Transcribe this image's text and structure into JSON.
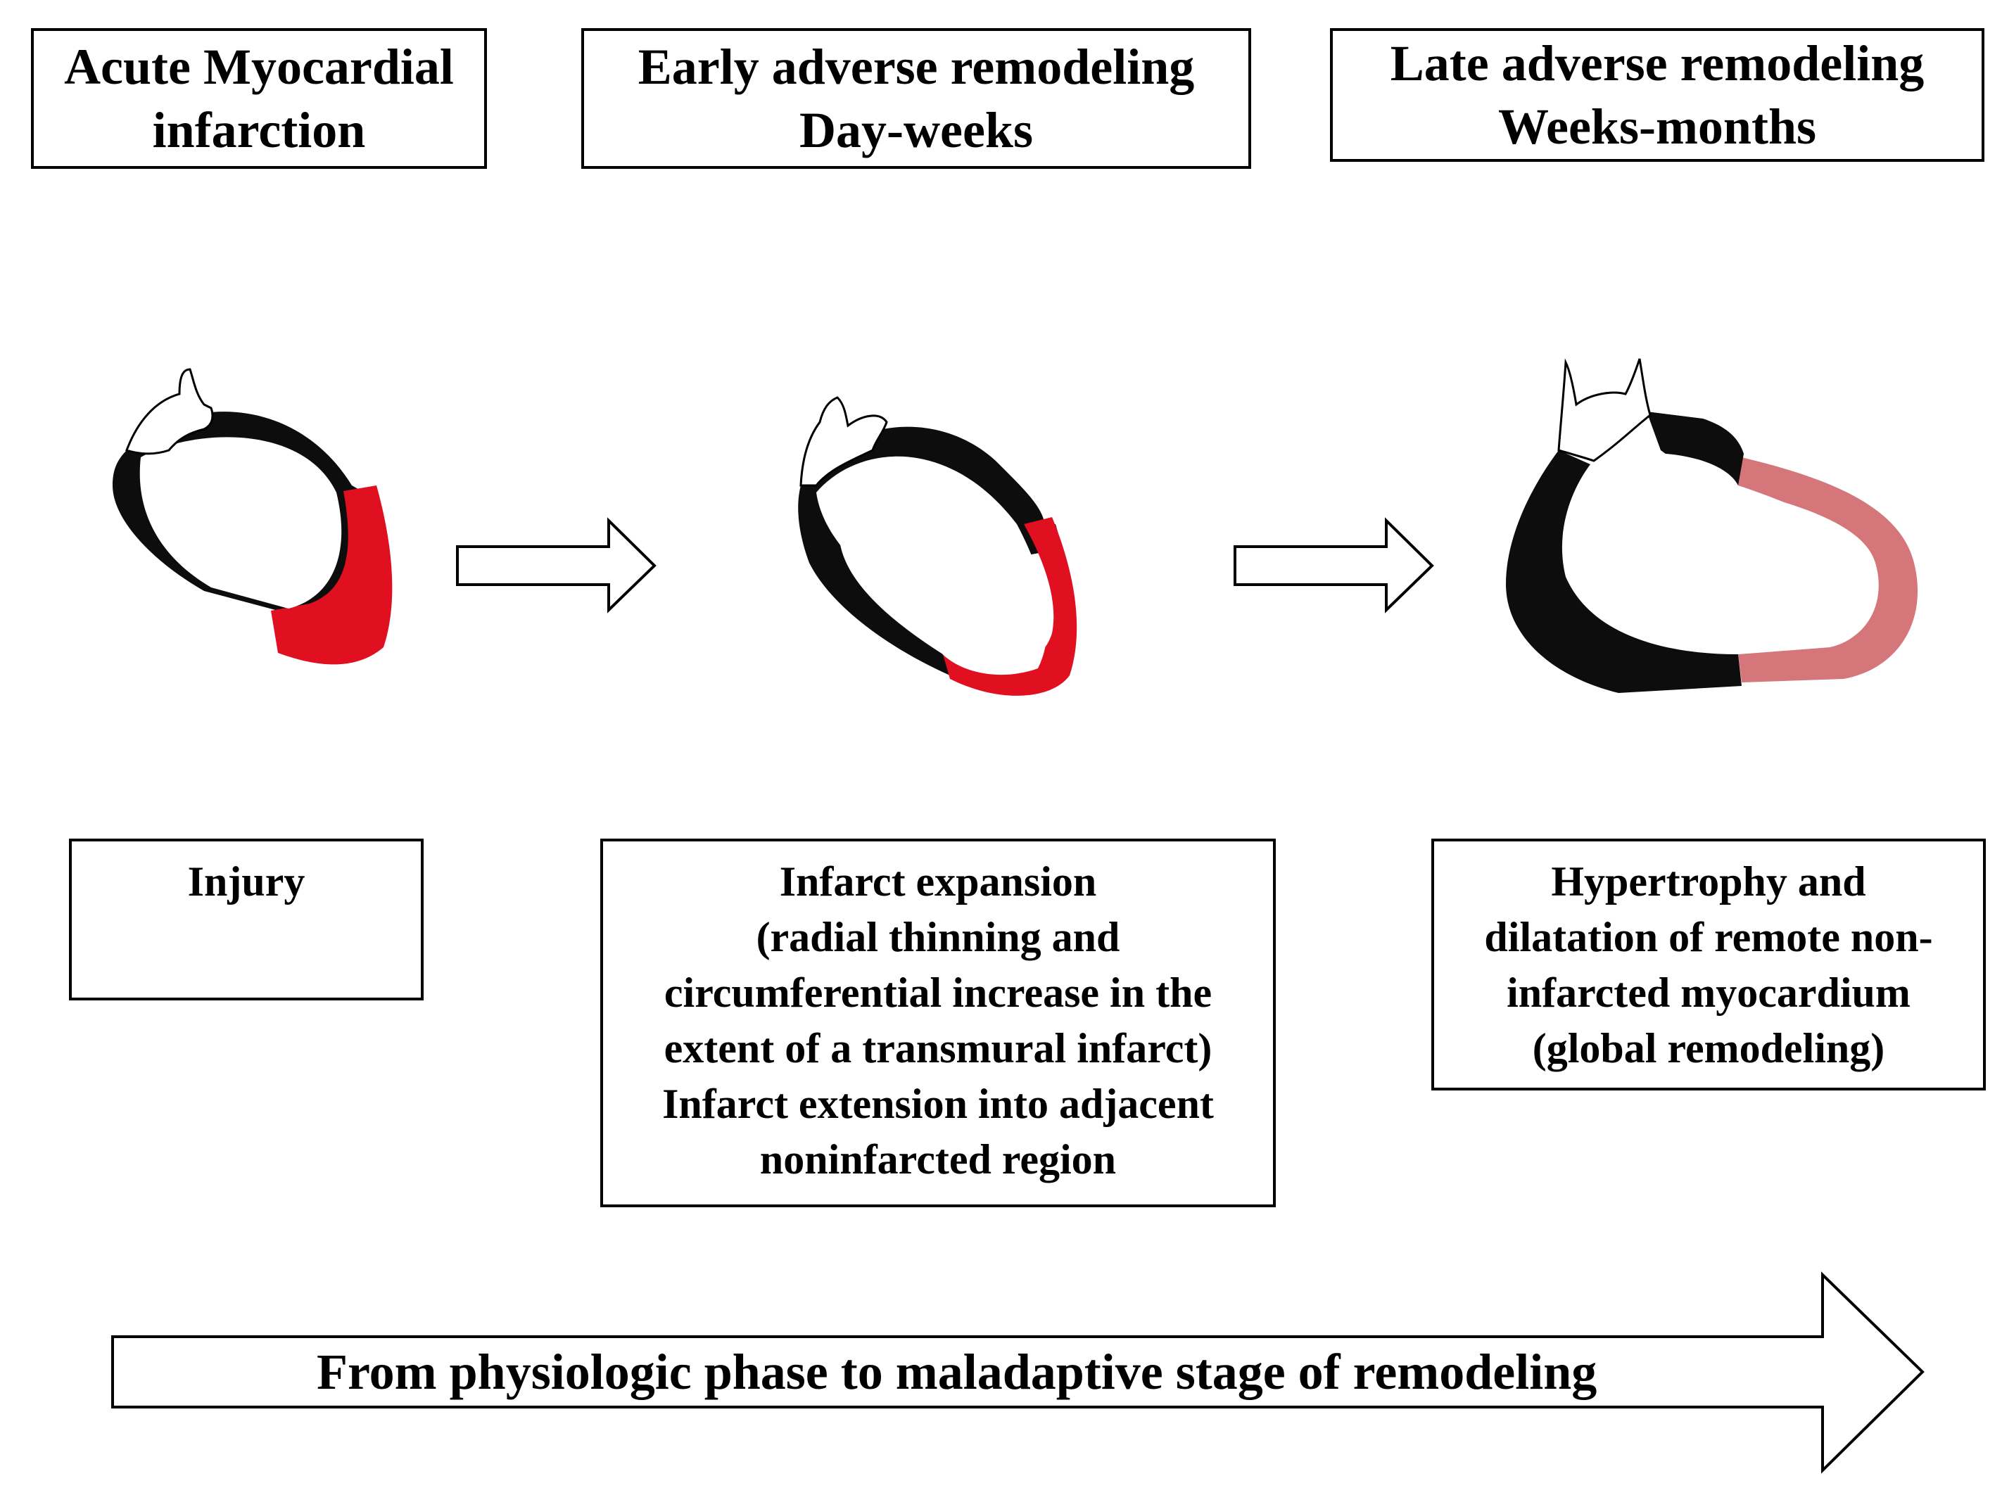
{
  "stages": [
    {
      "lines": [
        "Acute Myocardial",
        "infarction"
      ]
    },
    {
      "lines": [
        "Early adverse remodeling",
        "Day-weeks"
      ]
    },
    {
      "lines": [
        "Late adverse remodeling",
        "Weeks-months"
      ]
    }
  ],
  "descriptions": [
    {
      "lines": [
        "Injury"
      ]
    },
    {
      "lines": [
        "Infarct expansion",
        "(radial thinning and",
        "circumferential increase in the",
        "extent  of a transmural infarct)",
        "Infarct extension into adjacent",
        "noninfarcted region"
      ]
    },
    {
      "lines": [
        "Hypertrophy  and",
        "dilatation of remote non-",
        "infarcted myocardium",
        "(global remodeling)"
      ]
    }
  ],
  "banner": {
    "text": "From physiologic phase to maladaptive stage of remodeling"
  },
  "colors": {
    "healthy_myocardium": "#0d0d0d",
    "infarct_acute": "#e01020",
    "infarct_late": "#d4767a",
    "outline": "#000000"
  }
}
